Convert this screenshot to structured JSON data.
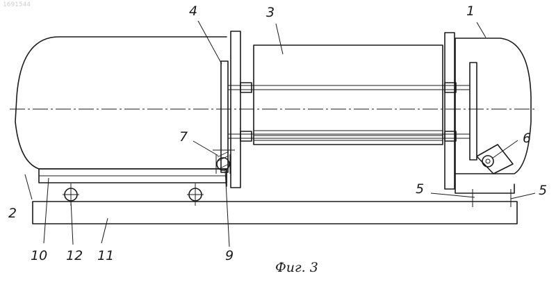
{
  "watermark": "1691544",
  "caption": "Фиг. 3",
  "labels": {
    "l1": "1",
    "l2": "2",
    "l3": "3",
    "l4": "4",
    "l5a": "5",
    "l5b": "5",
    "l6": "6",
    "l7": "7",
    "l9": "9",
    "l10": "10",
    "l11": "11",
    "l12": "12"
  }
}
